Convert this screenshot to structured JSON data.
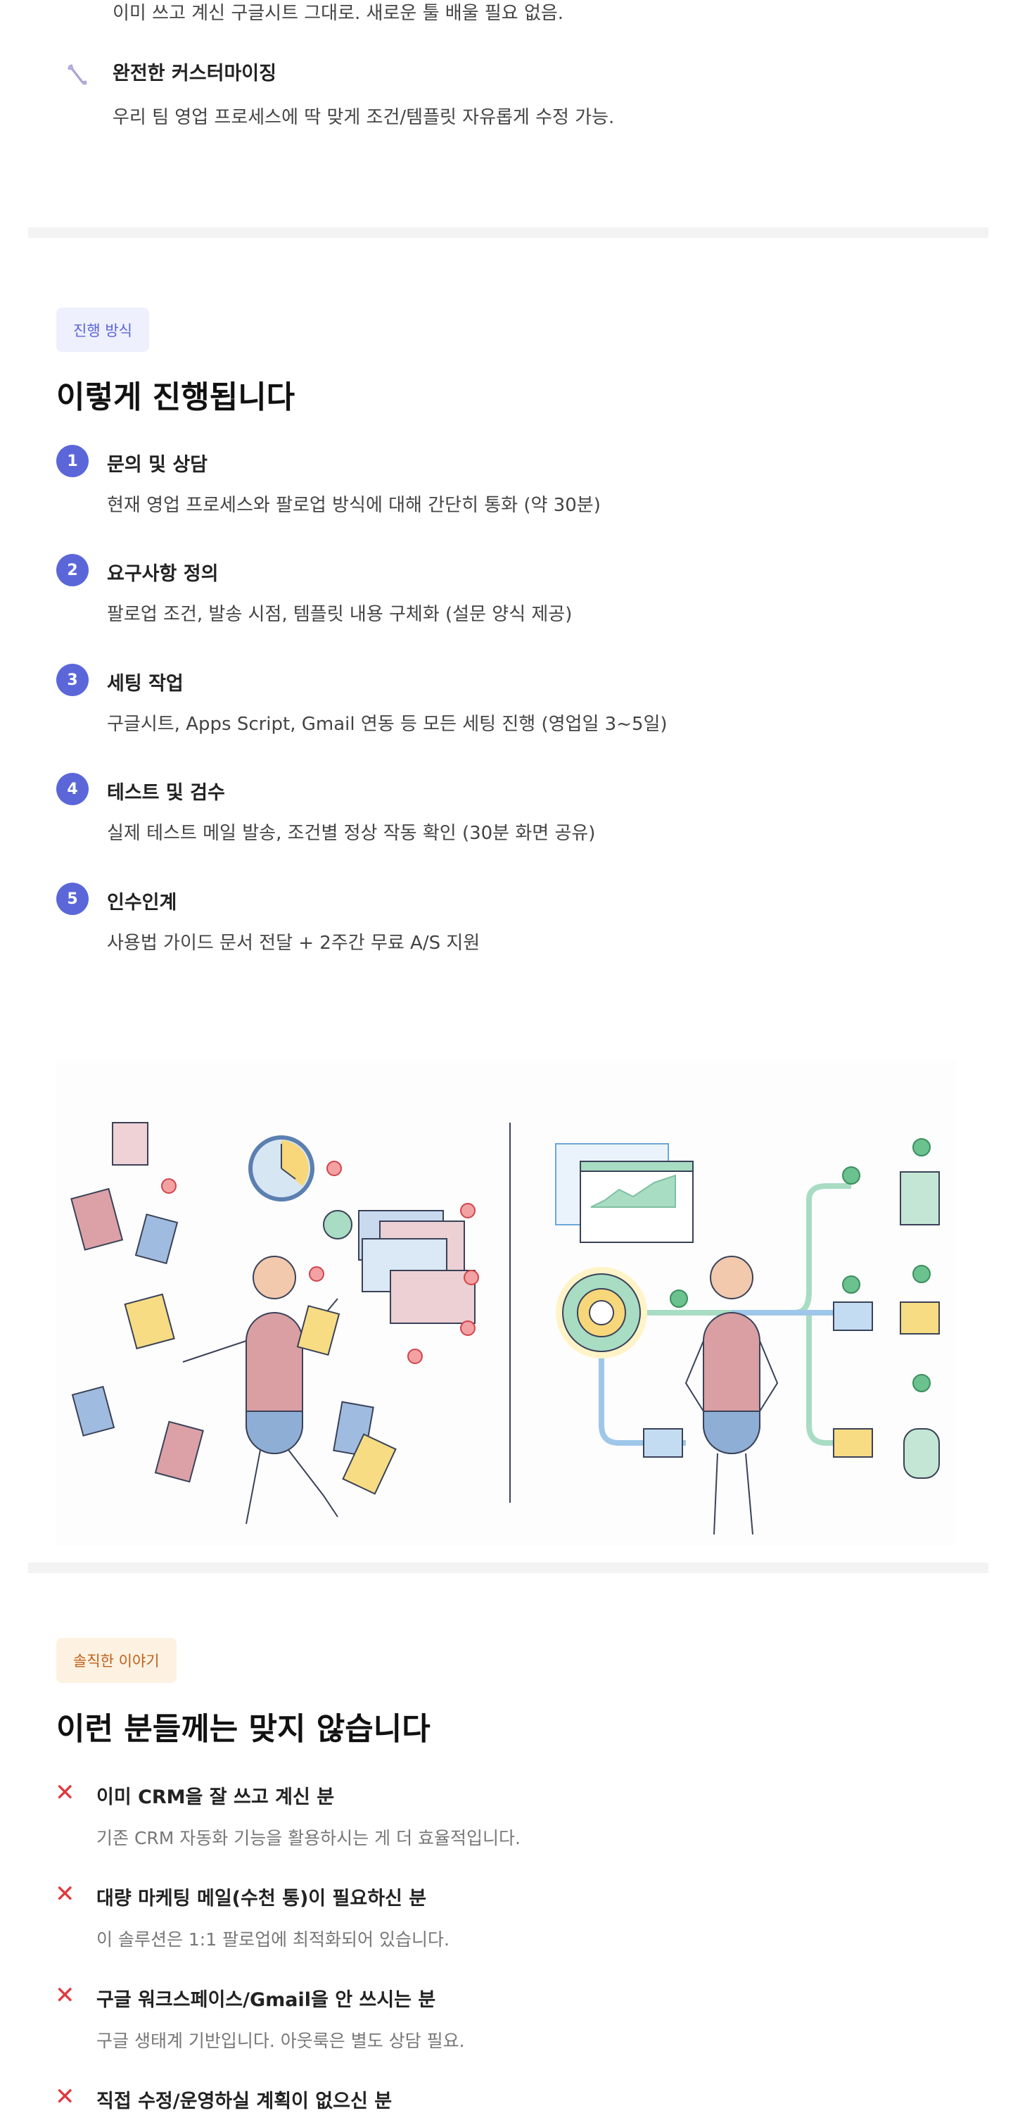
{
  "features": [
    {
      "desc": "이미 쓰고 계신 구글시트 그대로. 새로운 툴 배울 필요 없음."
    },
    {
      "icon": "wrench-icon",
      "title": "완전한 커스터마이징",
      "desc": "우리 팀 영업 프로세스에 딱 맞게 조건/템플릿 자유롭게 수정 가능."
    }
  ],
  "process": {
    "tag": "진행 방식",
    "tag_color": "#5b63d9",
    "heading": "이렇게 진행됩니다",
    "steps": [
      {
        "num": "1",
        "title": "문의 및 상담",
        "desc": "현재 영업 프로세스와 팔로업 방식에 대해 간단히 통화 (약 30분)"
      },
      {
        "num": "2",
        "title": "요구사항 정의",
        "desc": "팔로업 조건, 발송 시점, 템플릿 내용 구체화 (설문 양식 제공)"
      },
      {
        "num": "3",
        "title": "세팅 작업",
        "desc": "구글시트, Apps Script, Gmail 연동 등 모든 세팅 진행 (영업일 3~5일)"
      },
      {
        "num": "4",
        "title": "테스트 및 검수",
        "desc": "실제 테스트 메일 발송, 조건별 정상 작동 확인 (30분 화면 공유)"
      },
      {
        "num": "5",
        "title": "인수인계",
        "desc": "사용법 가이드 문서 전달 + 2주간 무료 A/S 지원"
      }
    ]
  },
  "notfit": {
    "tag": "솔직한 이야기",
    "tag_color": "#c0601a",
    "heading": "이런 분들께는 맞지 않습니다",
    "items": [
      {
        "title": "이미 CRM을 잘 쓰고 계신 분",
        "desc": "기존 CRM 자동화 기능을 활용하시는 게 더 효율적입니다."
      },
      {
        "title": "대량 마케팅 메일(수천 통)이 필요하신 분",
        "desc": "이 솔루션은 1:1 팔로업에 최적화되어 있습니다."
      },
      {
        "title": "구글 워크스페이스/Gmail을 안 쓰시는 분",
        "desc": "구글 생태계 기반입니다. 아웃룩은 별도 상담 필요."
      },
      {
        "title": "직접 수정/운영하실 계획이 없으신 분",
        "desc": ""
      }
    ]
  }
}
